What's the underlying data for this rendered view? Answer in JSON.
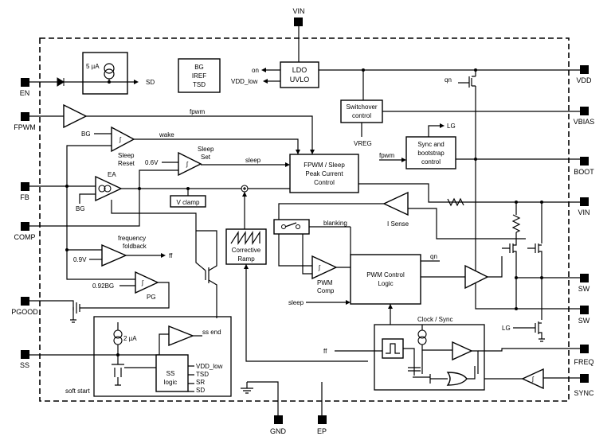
{
  "pins": {
    "vin_top": "VIN",
    "en": "EN",
    "fpwm": "FPWM",
    "fb": "FB",
    "comp": "COMP",
    "pgood": "PGOOD",
    "ss": "SS",
    "vdd": "VDD",
    "vbias": "VBIAS",
    "boot": "BOOT",
    "vin_right": "VIN",
    "sw1": "SW",
    "sw2": "SW",
    "freq": "FREQ",
    "sync": "SYNC",
    "gnd": "GND",
    "ep": "EP"
  },
  "blocks": {
    "bias": [
      "BG",
      "IREF",
      "TSD"
    ],
    "ldo": [
      "LDO",
      "UVLO"
    ],
    "switchover": [
      "Switchover",
      "control"
    ],
    "sync_boot": [
      "Sync and",
      "bootstrap",
      "control"
    ],
    "fpwm_sleep": [
      "FPWM / Sleep",
      "Peak Current",
      "Control"
    ],
    "vclamp": "V clamp",
    "corrective_ramp": [
      "Corrective",
      "Ramp"
    ],
    "pwm_logic": [
      "PWM Control",
      "Logic"
    ],
    "ss_logic": [
      "SS",
      "logic"
    ]
  },
  "labels": {
    "current_5ua": "5 µA",
    "sd": "SD",
    "on": "on",
    "vdd_low": "VDD_low",
    "vreg": "VREG",
    "qn_top": "qn",
    "lg_top": "LG",
    "fpwm_line": "fpwm",
    "fpwm_boot": "fpwm",
    "bg_sleep": "BG",
    "wake": "wake",
    "sleep_reset": [
      "Sleep",
      "Reset"
    ],
    "sleep_set": [
      "Sleep",
      "Set"
    ],
    "v06": "0.6V",
    "sleep_line": "sleep",
    "ea": "EA",
    "bg_ea": "BG",
    "freq_foldback": [
      "frequency",
      "foldback"
    ],
    "v09": "0.9V",
    "ff_out": "ff",
    "v092": "0.92BG",
    "pg": "PG",
    "blanking": "blanking",
    "i_sense": "I Sense",
    "pwm_comp": [
      "PWM",
      "Comp"
    ],
    "qn_pwm": "qn",
    "sleep_pwm": "sleep",
    "ff_clock": "ff",
    "clock_sync": "Clock / Sync",
    "lg_bottom": "LG",
    "current_2ua": "2 µA",
    "ss_end": "ss end",
    "ss_vdd_low": "VDD_low",
    "ss_tsd": "TSD",
    "ss_sr": "SR",
    "ss_sd": "SD",
    "soft_start": "soft start"
  }
}
